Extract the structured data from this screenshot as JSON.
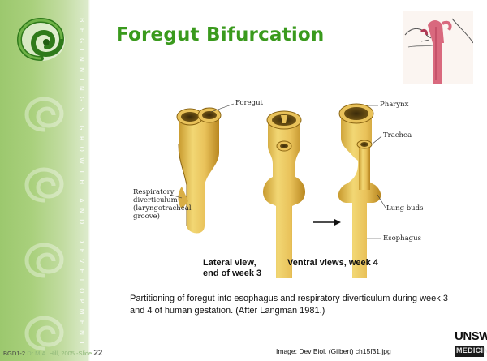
{
  "slide": {
    "title": "Foregut Bifurcation",
    "sidebar_text": "BEGINNINGS GROWTH AND DEVELOPMENT",
    "figure_labels": {
      "foregut": "Foregut",
      "pharynx": "Pharynx",
      "trachea": "Trachea",
      "respiratory_1": "Respiratory",
      "respiratory_2": "diverticulum",
      "respiratory_3": "(laryngotracheal",
      "respiratory_4": "groove)",
      "lung_buds": "Lung buds",
      "esophagus": "Esophagus"
    },
    "caption_lateral_1": "Lateral view,",
    "caption_lateral_2": "end of week 3",
    "caption_ventral": "Ventral views, week 4",
    "description": "Partitioning of foregut into esophagus and respiratory diverticulum during week 3 and 4 of human gestation. (After Langman 1981.)",
    "footer_course": "BGD1-2",
    "footer_author": "Dr M.A. Hill, 2005 -Slide",
    "footer_slide_number": "22",
    "image_credit": "Image: Dev Biol. (Gilbert) ch15f31.jpg",
    "logo_top": "UNSW",
    "logo_bottom": "MEDICINE"
  },
  "colors": {
    "title": "#3a9a1d",
    "sidebar": "#a9d07c",
    "tissue": "#e8c25a"
  }
}
